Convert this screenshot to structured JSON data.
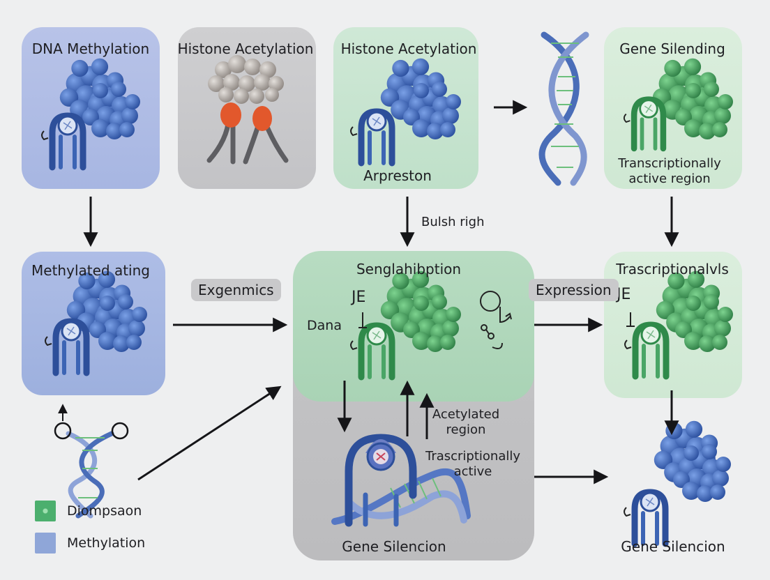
{
  "panels": {
    "dna_methylation": "DNA Methylation",
    "histone_acetylation_1": "Histone Acetylation",
    "histone_acetylation_2": "Histone Acetylation",
    "arpreston": "Arpreston",
    "gene_silencing_top": "Gene Silending",
    "transcriptionally_active_region": "Transcriptionally\nactive region",
    "methylated_ating": "Methylated ating",
    "center_title": "Senglahibption",
    "center_je": "JE",
    "center_dana": "Dana",
    "right_mid_title": "Trascriptionalvls",
    "right_mid_je": "JE",
    "center_bottom_label": "Gene Silencion",
    "bottom_right_label": "Gene Silencion"
  },
  "tags": {
    "exgenmics": "Exgenmics",
    "expression": "Expression"
  },
  "annotations": {
    "bulsh_righ": "Bulsh righ",
    "acetylated_region": "Acetylated\nregion",
    "trascriptionally_active": "Trascriptionally\nactive"
  },
  "legend": {
    "items": [
      {
        "label": "Diompsaon",
        "color": "#4caf6e"
      },
      {
        "label": "Methylation",
        "color": "#8fa6d8"
      }
    ]
  },
  "colors": {
    "blue_protein": "#3a63b8",
    "green_protein": "#3f9a5a",
    "gray_protein": "#a8a29e",
    "accent_orange": "#e2582c"
  }
}
